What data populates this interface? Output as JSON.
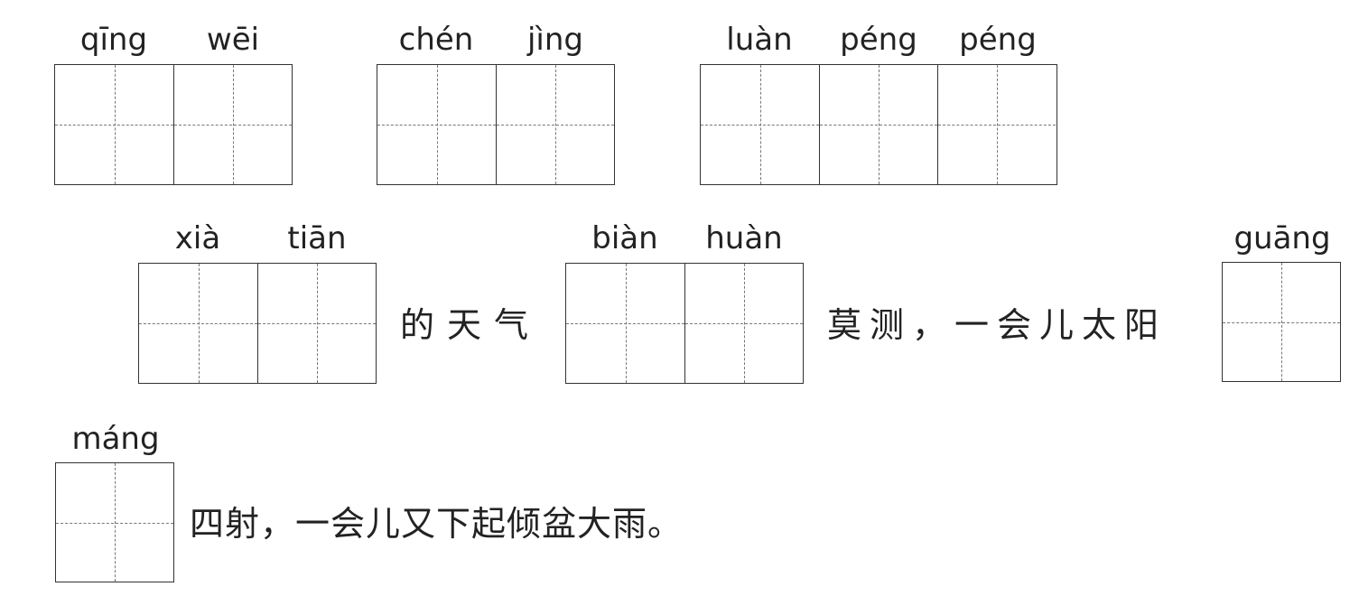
{
  "row1": {
    "group1": [
      "qīng",
      "wēi"
    ],
    "group2": [
      "chén",
      "jìng"
    ],
    "group3": [
      "luàn",
      "péng",
      "péng"
    ]
  },
  "row2": {
    "group1": [
      "xià",
      "tiān"
    ],
    "text1": "的天气",
    "group2": [
      "biàn",
      "huàn"
    ],
    "text2": "莫测，一会儿太阳",
    "group3": [
      "guāng"
    ]
  },
  "row3": {
    "group1": [
      "máng"
    ],
    "text1": "四射，一会儿又下起倾盆大雨。"
  }
}
